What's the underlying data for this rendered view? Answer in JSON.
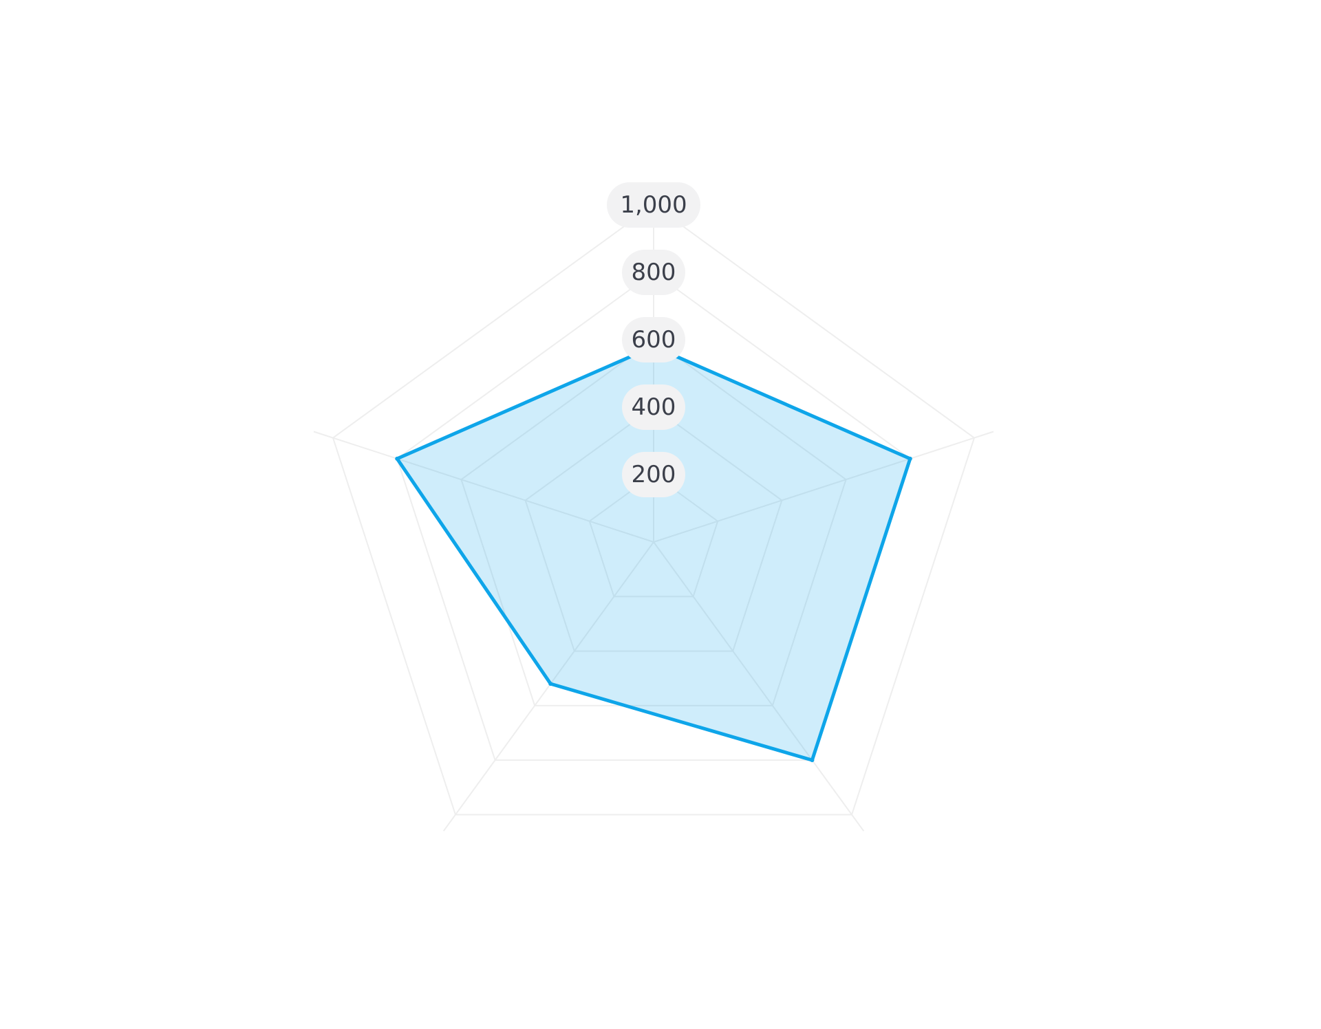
{
  "chart_data": {
    "type": "radar",
    "axes_count": 5,
    "radial_ticks": [
      {
        "value": 200,
        "label": "200"
      },
      {
        "value": 400,
        "label": "400"
      },
      {
        "value": 600,
        "label": "600"
      },
      {
        "value": 800,
        "label": "800"
      },
      {
        "value": 1000,
        "label": "1,000"
      }
    ],
    "rlim": [
      0,
      1000
    ],
    "series": [
      {
        "values": [
          580,
          800,
          800,
          520,
          800
        ],
        "stroke_color": "#0ea5e9",
        "fill_color": "#0ea5e9",
        "fill_opacity": 0.2
      }
    ],
    "grid_color": "#eeeeee",
    "legend": "none"
  }
}
